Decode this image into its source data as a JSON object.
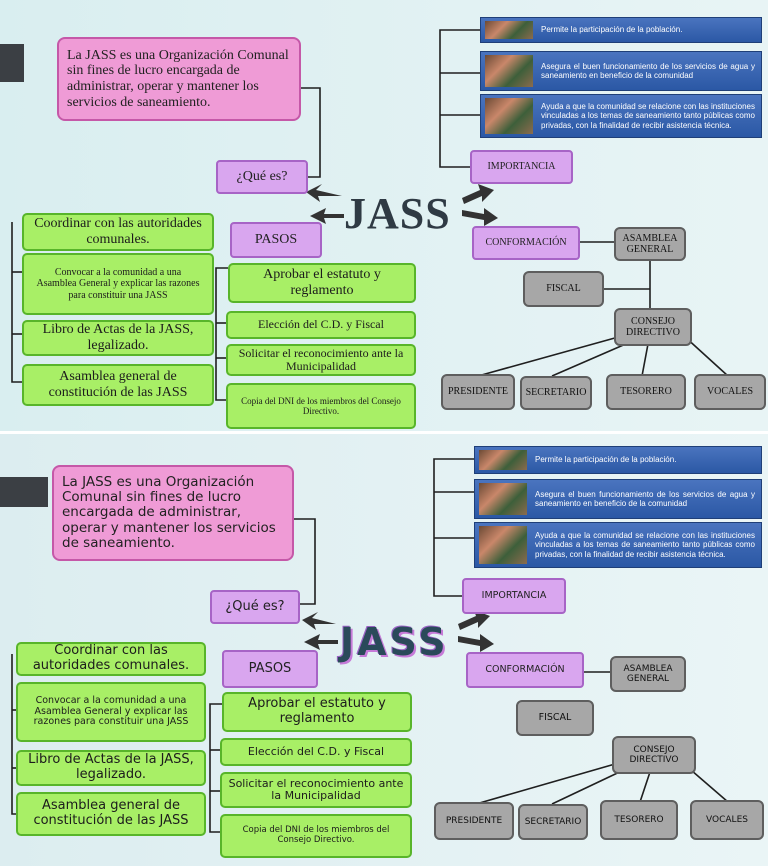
{
  "panels": [
    {
      "title": "JASS",
      "definition": "La JASS es una Organización Comunal sin fines de lucro encargada de administrar, operar y mantener los servicios de saneamiento.",
      "que_es": "¿Qué es?",
      "pasos": "PASOS",
      "importancia": "IMPORTANCIA",
      "conformacion": "CONFORMACIÓN",
      "importancia_items": [
        "Permite la participación de la población.",
        "Asegura el buen funcionamiento de los servicios de agua y saneamiento en beneficio de la comunidad",
        "Ayuda a que la comunidad se relacione con las instituciones vinculadas a los temas de saneamiento tanto públicas como privadas, con la finalidad de recibir asistencia técnica."
      ],
      "left_steps": [
        "Coordinar con las autoridades comunales.",
        "Convocar a la comunidad a una Asamblea General y explicar las razones para constituir una JASS",
        "Libro de Actas de la JASS, legalizado.",
        "Asamblea general de constitución de las JASS"
      ],
      "right_steps": [
        "Aprobar el estatuto y reglamento",
        "Elección del C.D. y Fiscal",
        "Solicitar el reconocimiento ante la Municipalidad",
        "Copia del DNI de los miembros del Consejo Directivo."
      ],
      "asamblea": "ASAMBLEA GENERAL",
      "fiscal": "FISCAL",
      "consejo": "CONSEJO DIRECTIVO",
      "members": [
        "PRESIDENTE",
        "SECRETARIO",
        "TESORERO",
        "VOCALES"
      ]
    },
    {
      "title": "JASS",
      "definition": "La JASS es una Organización Comunal sin fines de lucro encargada de administrar, operar y mantener los servicios de saneamiento.",
      "que_es": "¿Qué es?",
      "pasos": "PASOS",
      "importancia": "IMPORTANCIA",
      "conformacion": "CONFORMACIÓN",
      "importancia_items": [
        "Permite la participación de la población.",
        "Asegura el buen funcionamiento de los servicios de agua y saneamiento en beneficio de la comunidad",
        "Ayuda a que la comunidad se relacione con las instituciones vinculadas a los temas de saneamiento tanto públicas como privadas, con la finalidad de recibir asistencia técnica."
      ],
      "left_steps": [
        "Coordinar con las autoridades comunales.",
        "Convocar a la comunidad a una Asamblea General y explicar las razones para constituir una JASS",
        "Libro de Actas de la JASS, legalizado.",
        "Asamblea general de constitución de las JASS"
      ],
      "right_steps": [
        "Aprobar el estatuto y reglamento",
        "Elección del C.D. y Fiscal",
        "Solicitar el reconocimiento ante la Municipalidad",
        "Copia del DNI de los miembros del Consejo Directivo."
      ],
      "asamblea": "ASAMBLEA GENERAL",
      "fiscal": "FISCAL",
      "consejo": "CONSEJO DIRECTIVO",
      "members": [
        "PRESIDENTE",
        "SECRETARIO",
        "TESORERO",
        "VOCALES"
      ]
    }
  ]
}
